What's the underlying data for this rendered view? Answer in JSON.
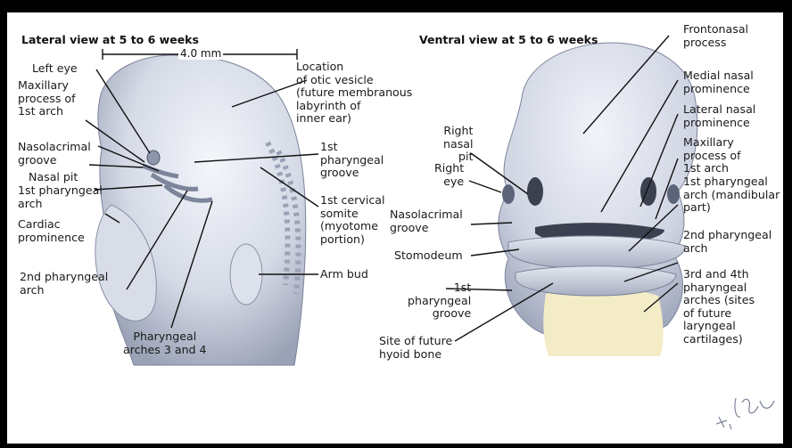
{
  "titles": {
    "lateral": "Lateral view at 5 to 6 weeks",
    "ventral": "Ventral view at 5 to 6 weeks"
  },
  "scale_bar": "4.0 mm",
  "lateral_labels": {
    "left_eye": "Left eye",
    "maxillary": "Maxillary\nprocess of\n1st arch",
    "nasolacrimal": "Nasolacrimal\ngroove",
    "nasal_pit": "Nasal pit",
    "first_arch": "1st pharyngeal\narch",
    "cardiac": "Cardiac\nprominence",
    "second_arch": "2nd pharyngeal\narch",
    "arches_3_4": "Pharyngeal\narches 3 and 4",
    "otic": "Location\nof otic vesicle\n(future membranous\nlabyrinth of\ninner ear)",
    "first_groove": "1st\npharyngeal\ngroove",
    "cervical": "1st cervical\nsomite\n(myotome\nportion)",
    "arm_bud": "Arm bud"
  },
  "ventral_labels": {
    "right_nasal_pit": "Right\nnasal\npit",
    "right_eye": "Right\neye",
    "nasolacrimal": "Nasolacrimal\ngroove",
    "stomodeum": "Stomodeum",
    "first_groove": "1st\npharyngeal\ngroove",
    "hyoid": "Site of future\nhyoid bone",
    "frontonasal": "Frontonasal\nprocess",
    "medial_nasal": "Medial nasal\nprominence",
    "lateral_nasal": "Lateral nasal\nprominence",
    "maxillary": "Maxillary\nprocess of\n1st arch",
    "first_arch": "1st pharyngeal\narch (mandibular\npart)",
    "second_arch": "2nd pharyngeal\narch",
    "arches_3_4": "3rd and 4th\npharyngeal\narches (sites\nof future\nlaryngeal\ncartilages)"
  },
  "colors": {
    "background": "#000000",
    "panel": "#ffffff",
    "tissue_light": "#e9ecf4",
    "tissue_mid": "#c3c9d8",
    "tissue_dark": "#8d95aa",
    "neck_fill": "#f3ecc6"
  }
}
